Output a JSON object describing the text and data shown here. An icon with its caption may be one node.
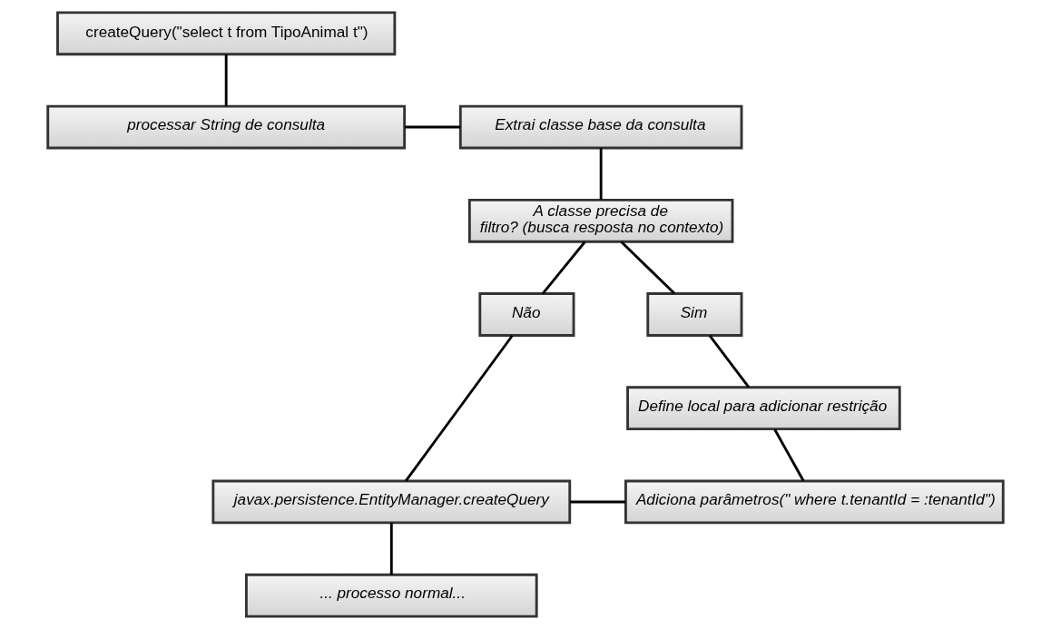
{
  "diagram": {
    "nodes": [
      {
        "text": [
          "createQuery(\"select t from TipoAnimal t\")"
        ]
      },
      {
        "text": [
          "processar String de consulta"
        ]
      },
      {
        "text": [
          "Extrai classe base da consulta"
        ]
      },
      {
        "text": [
          "A classe precisa de filtro? (busca resposta no contexto)"
        ]
      },
      {
        "text": [
          "Não"
        ]
      },
      {
        "text": [
          "Sim"
        ]
      },
      {
        "text": [
          "Define local para adicionar restrição"
        ]
      },
      {
        "text": [
          "Adiciona parâmetros(\" where t.tenantId = :tenantId\")"
        ]
      },
      {
        "text": [
          "javax.persistence.EntityManager.createQuery"
        ]
      },
      {
        "text": [
          "... processo normal..."
        ]
      }
    ],
    "edges": [
      {
        "from": 0,
        "to": 1,
        "arrow": "none"
      },
      {
        "from": 1,
        "to": 2,
        "arrow": "none"
      },
      {
        "from": 2,
        "to": 3,
        "arrow": "none"
      },
      {
        "from": 3,
        "to": 4,
        "arrow": "none"
      },
      {
        "from": 3,
        "to": 5,
        "arrow": "none"
      },
      {
        "from": 5,
        "to": 6,
        "arrow": "none"
      },
      {
        "from": 6,
        "to": 7,
        "arrow": "none"
      },
      {
        "from": 4,
        "to": 8,
        "arrow": "none"
      },
      {
        "from": 8,
        "to": 7,
        "arrow": "none"
      },
      {
        "from": 8,
        "to": 9,
        "arrow": "none"
      }
    ]
  }
}
